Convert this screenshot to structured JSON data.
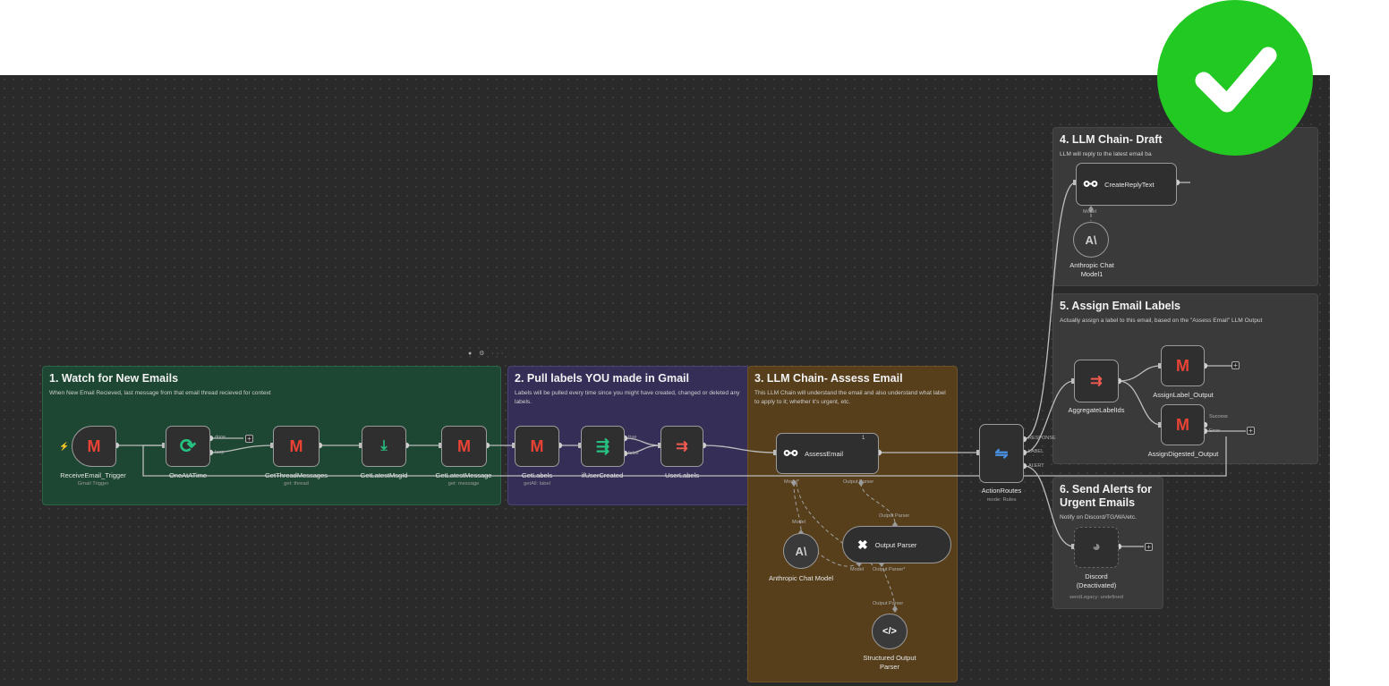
{
  "stickies": {
    "s1": {
      "title": "1. Watch for New Emails",
      "desc": "When New Email Recieved, last message from that email thread recieved for context"
    },
    "s2": {
      "title": "2. Pull labels YOU made in Gmail",
      "desc": "Labels will be pulled every time since you might have created, changed or deleted any labels."
    },
    "s3": {
      "title": "3. LLM Chain- Assess Email",
      "desc": "This LLM Chain will understand the email and also understand what label to apply to it; whether it's urgent, etc."
    },
    "s4": {
      "title": "4. LLM Chain- Draft",
      "desc": "LLM will reply to the latest email ba"
    },
    "s5": {
      "title": "5. Assign Email Labels",
      "desc": "Actually assign a label to this email, based on the \"Assess Email\" LLM Output"
    },
    "s6": {
      "title": "6. Send Alerts for Urgent Emails",
      "desc": "Notify on Discord/TG/WA/etc."
    }
  },
  "nodes": {
    "trigger": {
      "label": "ReceiveEmail_Trigger",
      "sub": "Gmail Trigger"
    },
    "loop": {
      "label": "OneAtATime",
      "port_done": "done",
      "port_loop": "loop"
    },
    "getThread": {
      "label": "GetThreadMessages",
      "sub": "get: thread"
    },
    "getLatestId": {
      "label": "GetLatestMsgId"
    },
    "getLatest": {
      "label": "GetLatestMessage",
      "sub": "get: message"
    },
    "getLabels": {
      "label": "GetLabels",
      "sub": "getAll: label"
    },
    "ifUser": {
      "label": "ifUserCreated",
      "port_true": "true",
      "port_false": "false"
    },
    "userLabels": {
      "label": "UserLabels"
    },
    "assess": {
      "label": "AssessEmail",
      "badge": "1",
      "port_model": "Model*",
      "port_parser": "Output Parser"
    },
    "anthropic": {
      "label": "Anthropic Chat Model",
      "port": "Model"
    },
    "outParser": {
      "label": "Output Parser",
      "port_top": "Output Parser",
      "port_model": "Model",
      "port_parser": "Output Parser*"
    },
    "structured": {
      "label": "Structured Output Parser",
      "port": "Output Parser"
    },
    "routes": {
      "label": "ActionRoutes",
      "sub": "mode: Rules",
      "port_response": "RESPONSE",
      "port_label": "LABEL",
      "port_alert": "ALERT"
    },
    "createReply": {
      "label": "CreateReplyText",
      "port_model": "Model"
    },
    "anthropic1": {
      "label": "Anthropic Chat Model1"
    },
    "aggregate": {
      "label": "AggregateLabelIds"
    },
    "assignLabel": {
      "label": "AssignLabel_Output"
    },
    "assignDigested": {
      "label": "AssignDigested_Output",
      "port_success": "Success",
      "port_error": "Error"
    },
    "discord": {
      "label": "Discord (Deactivated)",
      "sub": "sendLegacy: undefined"
    }
  },
  "toolbar": {
    "icons": "● ⚙ ···"
  },
  "plus_sign": "+",
  "colors": {
    "canvas": "#2a2a2a",
    "gmail_red": "#ea4335",
    "green": "#26c281",
    "check": "#22c922"
  }
}
